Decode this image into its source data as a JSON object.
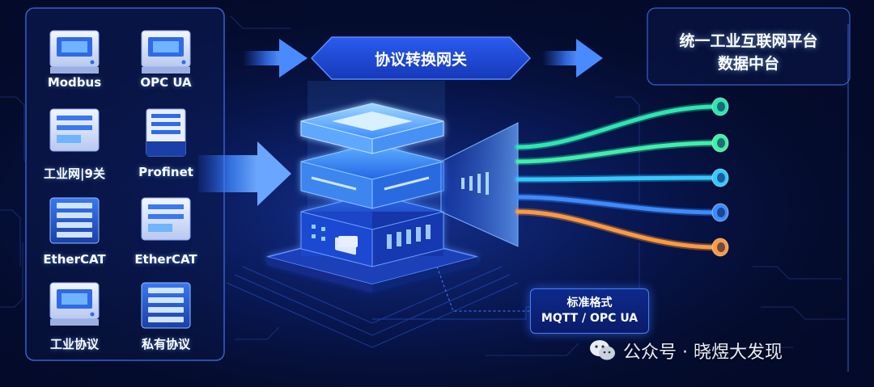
{
  "left_panel": {
    "devices": [
      {
        "label": "Modbus",
        "icon": "device-terminal-icon"
      },
      {
        "label": "OPC UA",
        "icon": "device-terminal-icon"
      },
      {
        "label": "工业网|9关",
        "icon": "device-box-icon"
      },
      {
        "label": "Profinet",
        "icon": "server-tower-icon"
      },
      {
        "label": "EtherCAT",
        "icon": "server-rack-icon"
      },
      {
        "label": "EtherCAT",
        "icon": "device-box-icon"
      },
      {
        "label": "工业协议",
        "icon": "device-terminal-icon"
      },
      {
        "label": "私有协议",
        "icon": "server-rack-icon"
      }
    ]
  },
  "gateway": {
    "title": "协议转换网关",
    "format_label_line1": "标准格式",
    "format_label_line2": "MQTT / OPC UA"
  },
  "right_panel": {
    "title_line1": "统一工业互联网平台",
    "title_line2": "数据中台"
  },
  "output_streams": {
    "colors": [
      "#2ee6b0",
      "#3ff0a8",
      "#35c8ff",
      "#3c8cff",
      "#ff9a3c"
    ]
  },
  "watermark": {
    "icon": "wechat-icon",
    "text": "公众号 · 晓煜大发现"
  },
  "colors": {
    "background": "#040b2a",
    "accent_blue": "#2f6bff",
    "panel_border": "#3a5fd0"
  }
}
